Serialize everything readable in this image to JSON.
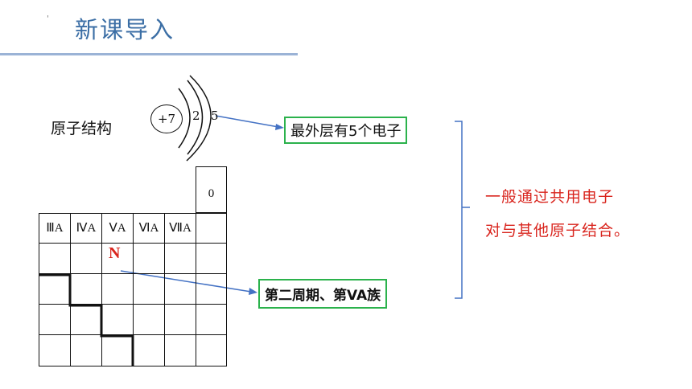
{
  "slide": {
    "title": "新课导入",
    "tick_mark": "'"
  },
  "atom": {
    "label": "原子结构",
    "nucleus": "+7",
    "shell1": "2",
    "shell2": "5"
  },
  "callouts": {
    "outer_electrons": "最外层有5个电子",
    "position": "第二周期、第VA族"
  },
  "note": {
    "line1": "一般通过共用电子",
    "line2": "对与其他原子结合。"
  },
  "periodic_table": {
    "group_headers": [
      "ⅢA",
      "ⅣA",
      "ⅤA",
      "ⅥA",
      "ⅦA"
    ],
    "noble_header": "0",
    "element": "N"
  },
  "colors": {
    "title": "#3b6ea5",
    "callout_border": "#2bb24c",
    "note_text": "#d9251e",
    "arrow": "#4472c4",
    "bracket": "#4472c4"
  }
}
